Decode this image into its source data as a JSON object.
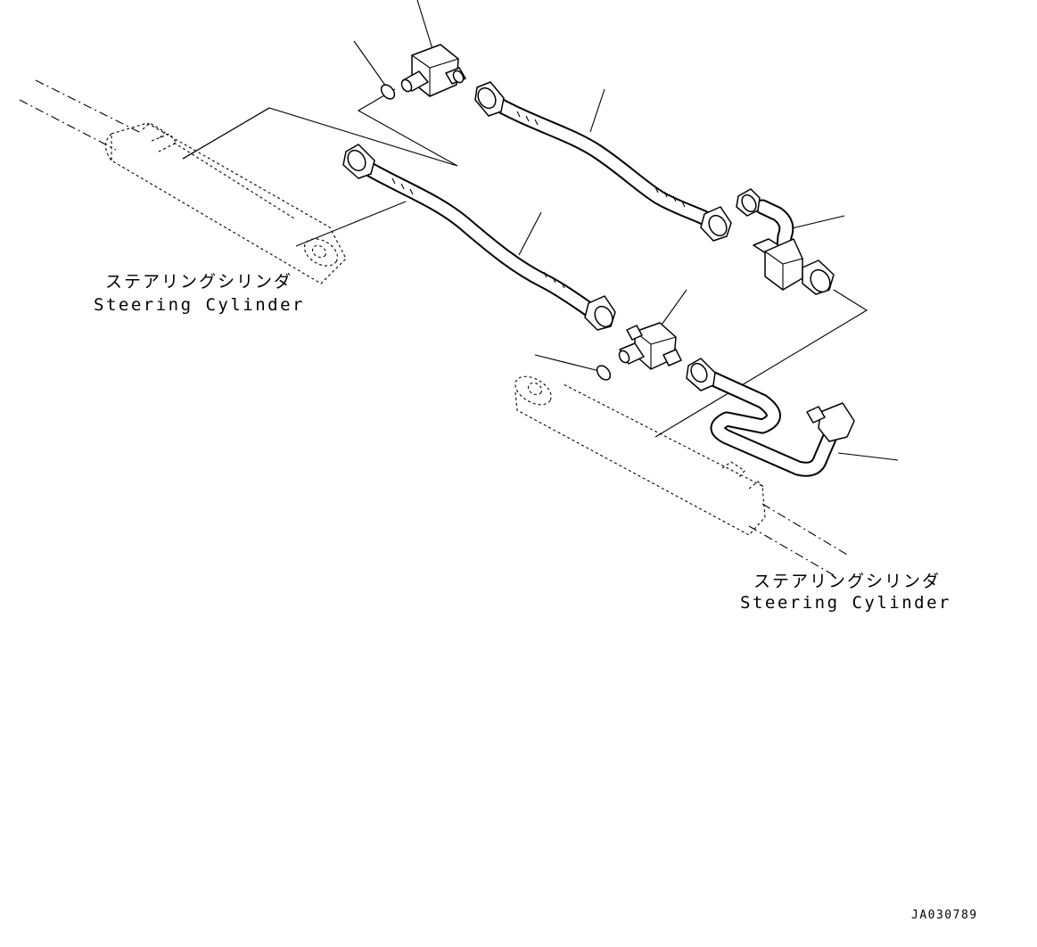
{
  "labels": {
    "cylinder_left_jp": "ステアリングシリンダ",
    "cylinder_left_en": "Steering Cylinder",
    "cylinder_right_jp": "ステアリングシリンダ",
    "cylinder_right_en": "Steering Cylinder",
    "drawing_code": "JA030789"
  }
}
